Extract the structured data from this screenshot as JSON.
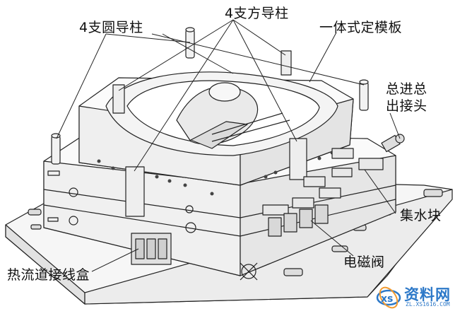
{
  "labels": {
    "round_guide": "4支圆导柱",
    "square_guide": "4支方导柱",
    "fixed_plate": "一体式定模板",
    "inlet_outlet_line1": "总进总",
    "inlet_outlet_line2": "出接头",
    "manifold_block": "集水块",
    "solenoid_valve": "电磁阀",
    "hot_runner_box": "热流道接线盒"
  },
  "watermark": {
    "text": "资料网",
    "url": "ZL.XS1616.COM",
    "color": "#2c78c8"
  }
}
